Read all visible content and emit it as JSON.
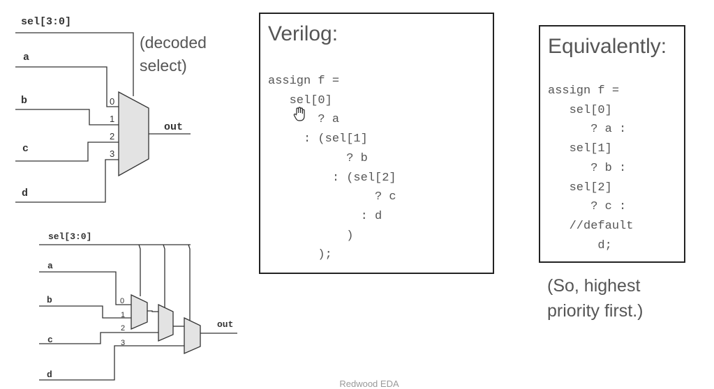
{
  "mux_diagram": {
    "sel_label": "sel[3:0]",
    "note": [
      "(decoded",
      "select)"
    ],
    "inputs": [
      "a",
      "b",
      "c",
      "d"
    ],
    "port_numbers": [
      "0",
      "1",
      "2",
      "3"
    ],
    "output_label": "out"
  },
  "chain_diagram": {
    "sel_label": "sel[3:0]",
    "inputs": [
      "a",
      "b",
      "c",
      "d"
    ],
    "port_numbers": [
      "0",
      "1",
      "2",
      "3"
    ],
    "output_label": "out"
  },
  "verilog_box": {
    "title": "Verilog:",
    "code": "assign f =\n   sel[0]\n       ? a\n     : (sel[1]\n           ? b\n         : (sel[2]\n               ? c\n             : d\n           )\n       );"
  },
  "equiv_box": {
    "title": "Equivalently:",
    "code": "assign f =\n   sel[0]\n      ? a :\n   sel[1]\n      ? b :\n   sel[2]\n      ? c :\n   //default\n       d;"
  },
  "priority_note": [
    "(So, highest",
    "priority first.)"
  ],
  "footer": "Redwood EDA"
}
